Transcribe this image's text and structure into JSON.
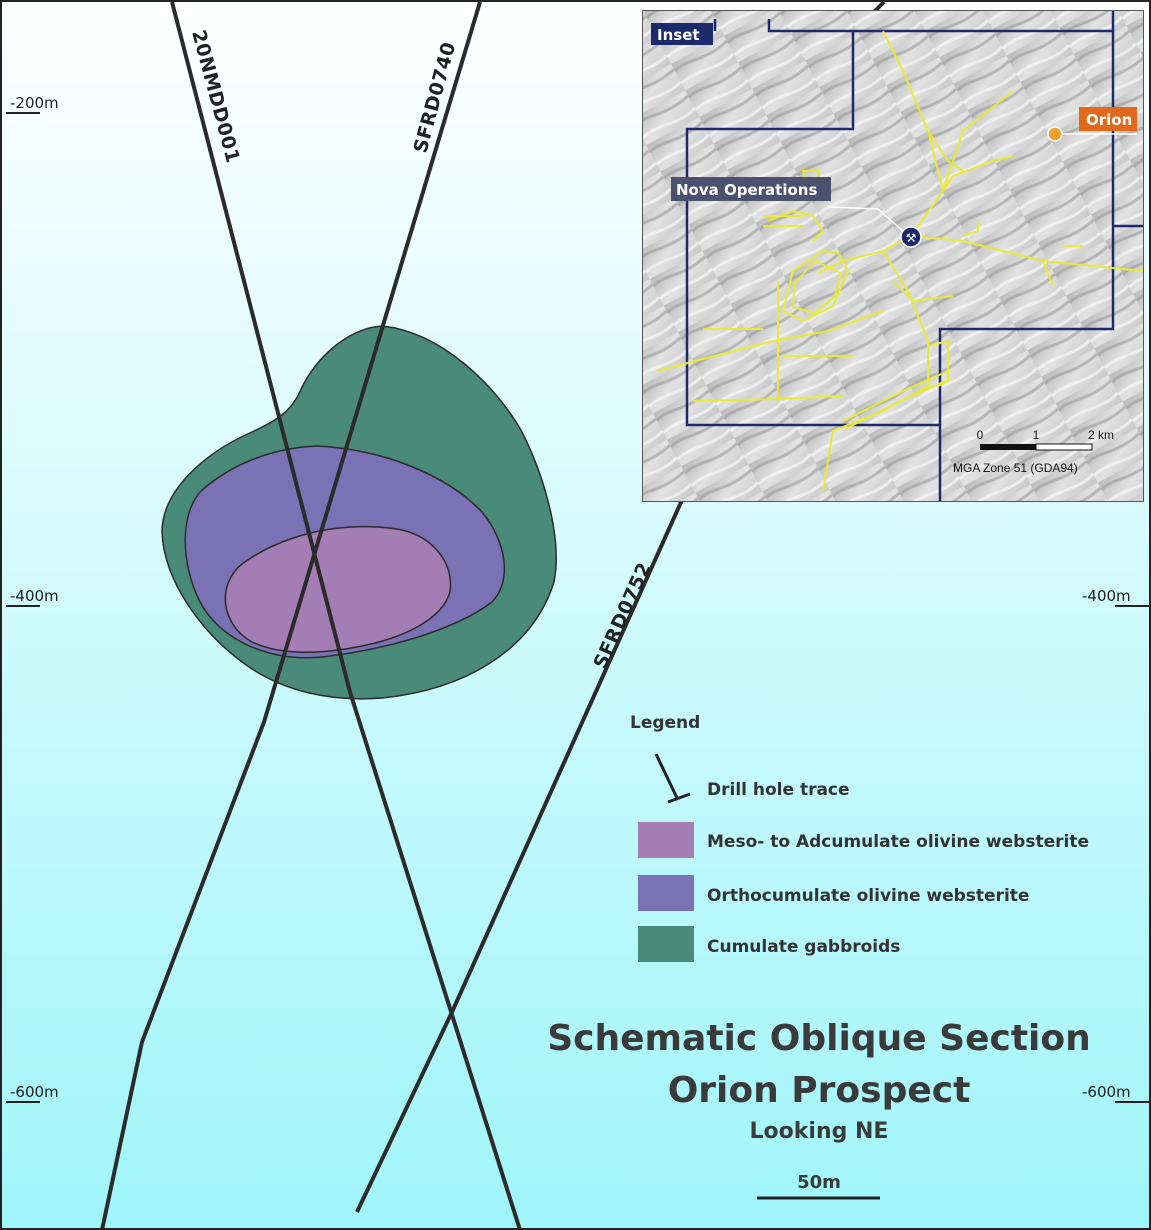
{
  "depth_labels": {
    "left_200": "-200m",
    "left_400": "-400m",
    "left_600": "-600m",
    "right_400": "-400m",
    "right_600": "-600m"
  },
  "drill_holes": [
    {
      "name": "20NMDD001"
    },
    {
      "name": "SFRD0740"
    },
    {
      "name": "SFRD0752"
    }
  ],
  "legend": {
    "title": "Legend",
    "items": [
      {
        "label": "Drill hole trace",
        "color": "#222222"
      },
      {
        "label": "Meso- to Adcumulate olivine websterite",
        "color": "#a57db5"
      },
      {
        "label": "Orthocumulate olivine websterite",
        "color": "#7a72b5"
      },
      {
        "label": "Cumulate gabbroids",
        "color": "#4a8a78"
      }
    ]
  },
  "title": {
    "line1": "Schematic Oblique Section",
    "line2": "Orion Prospect",
    "line3": "Looking NE"
  },
  "scale_bar": {
    "label": "50m"
  },
  "inset": {
    "title": "Inset",
    "nova_label": "Nova Operations",
    "orion_label": "Orion",
    "scale_ticks": [
      "0",
      "1",
      "2 km"
    ],
    "projection": "MGA Zone 51 (GDA94)",
    "colors": {
      "tenement": "#1c2a6b",
      "infrastructure": "#e9e93a",
      "orion": "#e06a1a",
      "nova_label_bg": "#4a5270"
    }
  },
  "colors": {
    "background_top": "#ffffff",
    "background_bottom": "#9ff5fa",
    "drill_line": "#2b2b2b"
  }
}
